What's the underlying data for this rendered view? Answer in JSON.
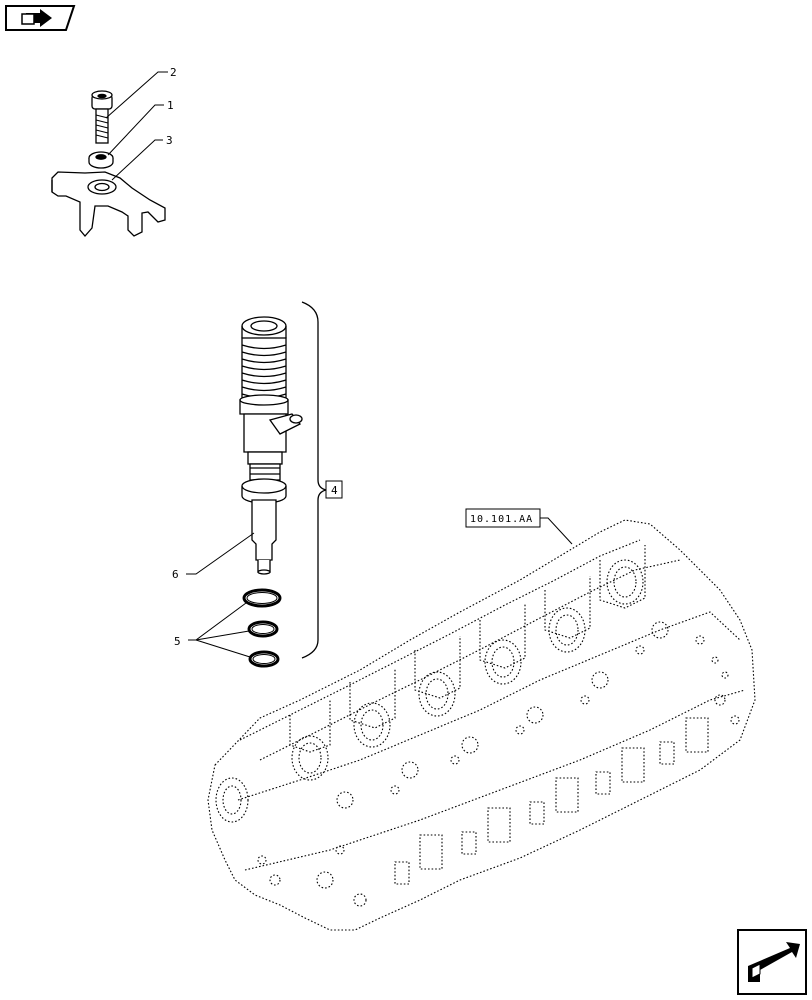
{
  "navigation": {
    "top_icon": "book-arrow-icon",
    "bottom_icon": "next-page-arrow-icon"
  },
  "callouts": {
    "c1": "1",
    "c2": "2",
    "c3": "3",
    "c4": "4",
    "c5": "5",
    "c6": "6"
  },
  "reference": {
    "label": "10.101.AA"
  }
}
